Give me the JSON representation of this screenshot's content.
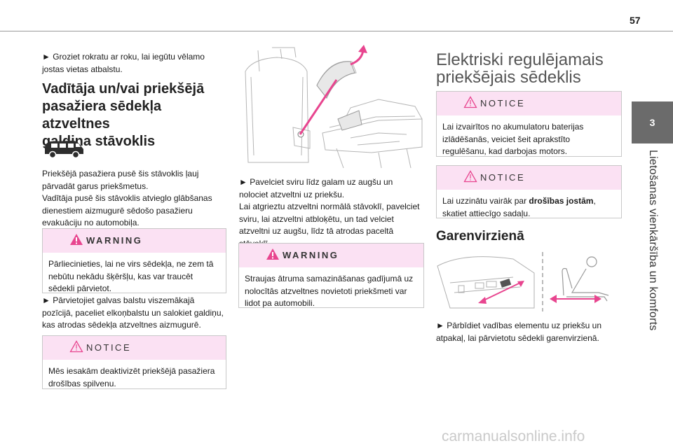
{
  "page_number": "57",
  "chapter": {
    "number": "3",
    "title": "Lietošanas vienkāršība un komforts"
  },
  "col1": {
    "intro": "► Groziet rokratu ar roku, lai iegūtu vēlamo jostas vietas atbalstu.",
    "heading": [
      "Vadītāja un/vai priekšējā",
      "pasažiera sēdekļa atzveltnes",
      "galdiņa stāvoklis"
    ],
    "para1": [
      "Priekšējā pasažiera pusē šis stāvoklis ļauj",
      "pārvadāt garus priekšmetus.",
      "Vadītāja pusē šis stāvoklis atvieglo glābšanas",
      "dienestiem aizmugurē sēdošo pasažieru",
      "evakuāciju no automobiļa."
    ],
    "warning": {
      "label": "WARNING",
      "text": [
        "Pārliecinieties, lai ne virs sēdekļa, ne zem tā",
        "nebūtu nekādu šķēršļu, kas var traucēt",
        "sēdekli pārvietot."
      ]
    },
    "para2": [
      "► Pārvietojiet galvas balstu viszemākajā",
      "pozīcijā, paceliet elkoņbalstu un salokiet galdiņu,",
      "kas atrodas sēdekļa atzveltnes aizmugurē."
    ],
    "notice": {
      "label": "NOTICE",
      "text": [
        "Mēs iesakām deaktivizēt priekšējā pasažiera",
        "drošības spilvenu."
      ]
    }
  },
  "col2": {
    "para": [
      "► Pavelciet sviru līdz galam uz augšu un",
      "nolociet atzveltni uz priekšu.",
      "Lai atgrieztu atzveltni normālā stāvoklī, pavelciet",
      "sviru, lai atzveltni atbloķētu, un tad velciet",
      "atzveltni uz augšu, līdz tā atrodas paceltā",
      "stāvoklī."
    ],
    "warning": {
      "label": "WARNING",
      "text": [
        "Straujas ātruma samazināšanas gadījumā uz",
        "nolocītās atzveltnes novietoti priekšmeti var",
        "lidot pa automobili."
      ]
    }
  },
  "col3": {
    "heading": [
      "Elektriski regulējamais",
      "priekšējais sēdeklis"
    ],
    "notice1": {
      "label": "NOTICE",
      "text": [
        "Lai izvairītos no akumulatoru baterijas",
        "izlādēšanās, veiciet šeit aprakstīto",
        "regulēšanu, kad darbojas motors."
      ]
    },
    "notice2": {
      "label": "NOTICE",
      "text_before": "Lai uzzinātu vairāk par ",
      "text_bold": "drošības jostām",
      "text_after": ",",
      "text_line2": "skatiet attiecīgo sadaļu."
    },
    "subheading": "Garenvirzienā",
    "para": [
      "► Pārbīdiet vadības elementu uz priekšu un",
      "atpakaļ, lai pārvietotu sēdekli garenvirzienā."
    ]
  },
  "watermark": "carmanualsonline.info",
  "colors": {
    "accent": "#e8458f",
    "box_header": "#fbe1f3",
    "tab": "#6b6b6b"
  },
  "icons": [
    "van-icon",
    "warning-triangle-icon",
    "notice-triangle-icon"
  ]
}
